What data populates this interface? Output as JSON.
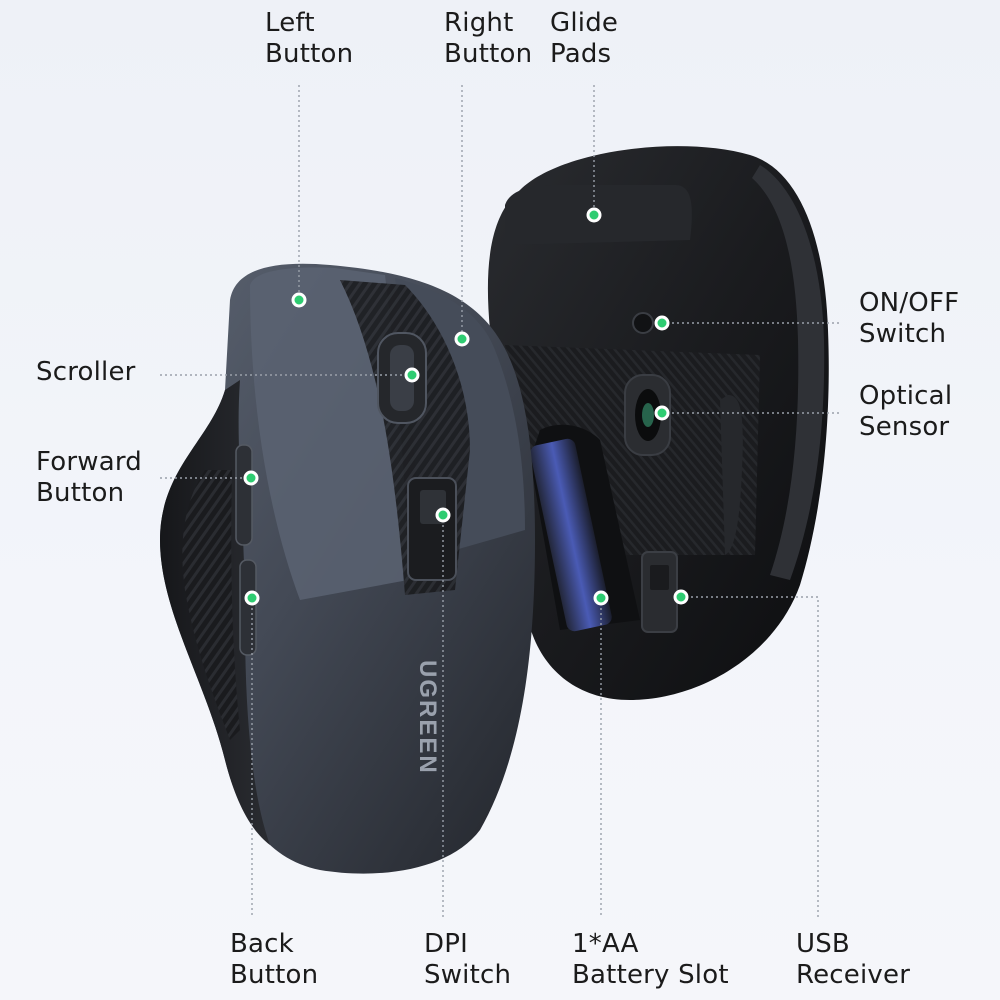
{
  "brand": "UGREEN",
  "callouts": {
    "left_button": [
      "Left",
      "Button"
    ],
    "right_button": [
      "Right",
      "Button"
    ],
    "glide_pads": [
      "Glide",
      "Pads"
    ],
    "scroller": [
      "Scroller"
    ],
    "forward_button": [
      "Forward",
      "Button"
    ],
    "on_off_switch": [
      "ON/OFF",
      "Switch"
    ],
    "optical_sensor": [
      "Optical",
      "Sensor"
    ],
    "back_button": [
      "Back",
      "Button"
    ],
    "dpi_switch": [
      "DPI",
      "Switch"
    ],
    "battery_slot": [
      "1*AA",
      "Battery Slot"
    ],
    "usb_receiver": [
      "USB",
      "Receiver"
    ]
  },
  "colors": {
    "dot": "#2ecc71",
    "leader": "#9aa0aa",
    "mouse_body": "#3b414c",
    "mouse_base": "#151618"
  }
}
